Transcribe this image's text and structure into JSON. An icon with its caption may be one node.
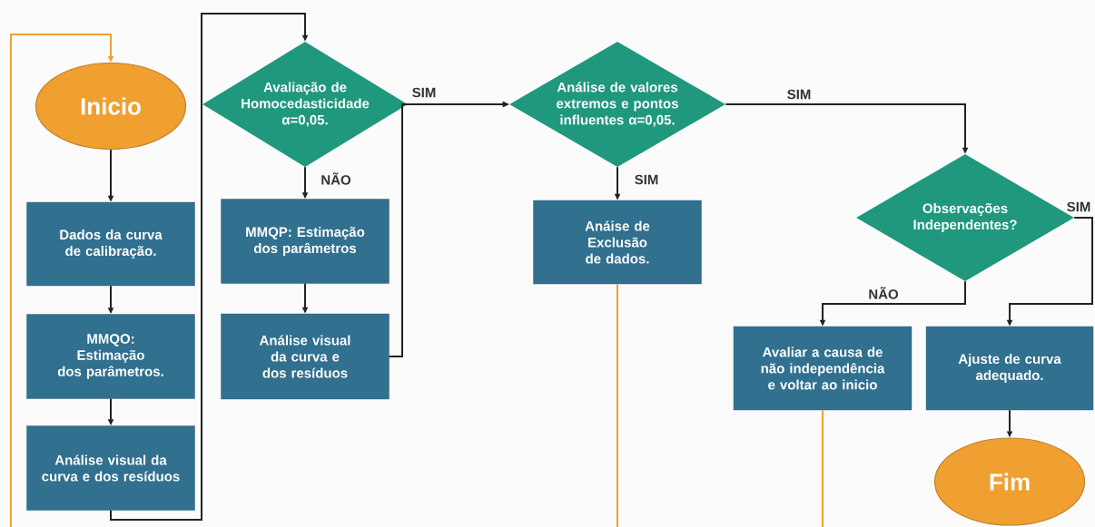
{
  "diagram": {
    "nodes": [
      {
        "text": [
          "Inicio"
        ]
      },
      {
        "text": [
          "Dados da curva de calibração."
        ]
      },
      {
        "text": [
          "MMQO: Estimação dos parâmetros."
        ]
      },
      {
        "text": [
          "Análise visual da curva e dos resíduos"
        ]
      },
      {
        "text": [
          "Avaliação de Homocedasticidade α=0,05."
        ]
      },
      {
        "text": [
          "MMQP: Estimação dos parâmetros"
        ]
      },
      {
        "text": [
          "Análise visual da curva e dos resíduos"
        ]
      },
      {
        "text": [
          "Análise de valores extremos e pontos influentes α=0,05."
        ]
      },
      {
        "text": [
          "Anáise de Exclusão de dados."
        ]
      },
      {
        "text": [
          "Observações Independentes?"
        ]
      },
      {
        "text": [
          "Avaliar a causa de não independência e voltar ao inicio"
        ]
      },
      {
        "text": [
          "Ajuste de curva adequado."
        ]
      },
      {
        "text": [
          "Fim"
        ]
      }
    ],
    "edges": [
      {
        "from": 0,
        "to": 1,
        "arrow": "to"
      },
      {
        "from": 1,
        "to": 2,
        "arrow": "to"
      },
      {
        "from": 2,
        "to": 3,
        "arrow": "to"
      },
      {
        "from": 3,
        "to": 4,
        "arrow": "to"
      },
      {
        "from": 4,
        "to": 5,
        "arrow": "to",
        "label": "NÃO"
      },
      {
        "from": 5,
        "to": 6,
        "arrow": "to"
      },
      {
        "from": 4,
        "to": 7,
        "arrow": "to",
        "label": "SIM"
      },
      {
        "from": 6,
        "to": 7,
        "arrow": "to"
      },
      {
        "from": 7,
        "to": 8,
        "arrow": "to",
        "label": "SIM"
      },
      {
        "from": 7,
        "to": 9,
        "arrow": "to",
        "label": "SIM"
      },
      {
        "from": 9,
        "to": 10,
        "arrow": "to",
        "label": "NÃO"
      },
      {
        "from": 9,
        "to": 11,
        "arrow": "to",
        "label": "SIM"
      },
      {
        "from": 11,
        "to": 12,
        "arrow": "to"
      },
      {
        "from": 8,
        "to": null,
        "arrow": "none",
        "color": "#f0a030"
      },
      {
        "from": 10,
        "to": null,
        "arrow": "none",
        "color": "#f0a030"
      },
      {
        "from": null,
        "to": 0,
        "arrow": "to",
        "color": "#f0a030"
      }
    ]
  }
}
